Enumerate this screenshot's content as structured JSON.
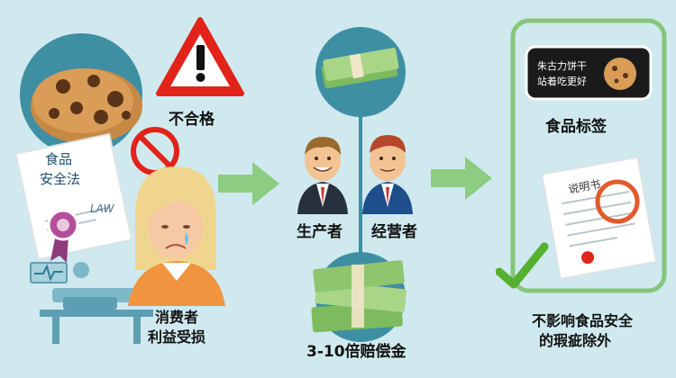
{
  "warning_label": "不合格",
  "law_doc": {
    "line1": "食品",
    "line2": "安全法",
    "stamp": "LAW"
  },
  "consumer_label": {
    "line1": "消费者",
    "line2": "利益受损"
  },
  "producer_label": "生产者",
  "operator_label": "经营者",
  "compensation_label": "3-10倍赔偿金",
  "food_label_caption": "食品标签",
  "label_card": {
    "line1": "朱古力饼干",
    "line2": "站着吃更好"
  },
  "manual_title": "说明书",
  "exception_label": {
    "line1": "不影响食品安全",
    "line2": "的瑕疵除外"
  },
  "colors": {
    "background": "#cfe9ef",
    "accent_teal": "#3f8fa3",
    "arrow_green": "#8ccd82",
    "frame_green": "#86c67a",
    "warning_red": "#e2231a",
    "check_green": "#56b02f"
  }
}
